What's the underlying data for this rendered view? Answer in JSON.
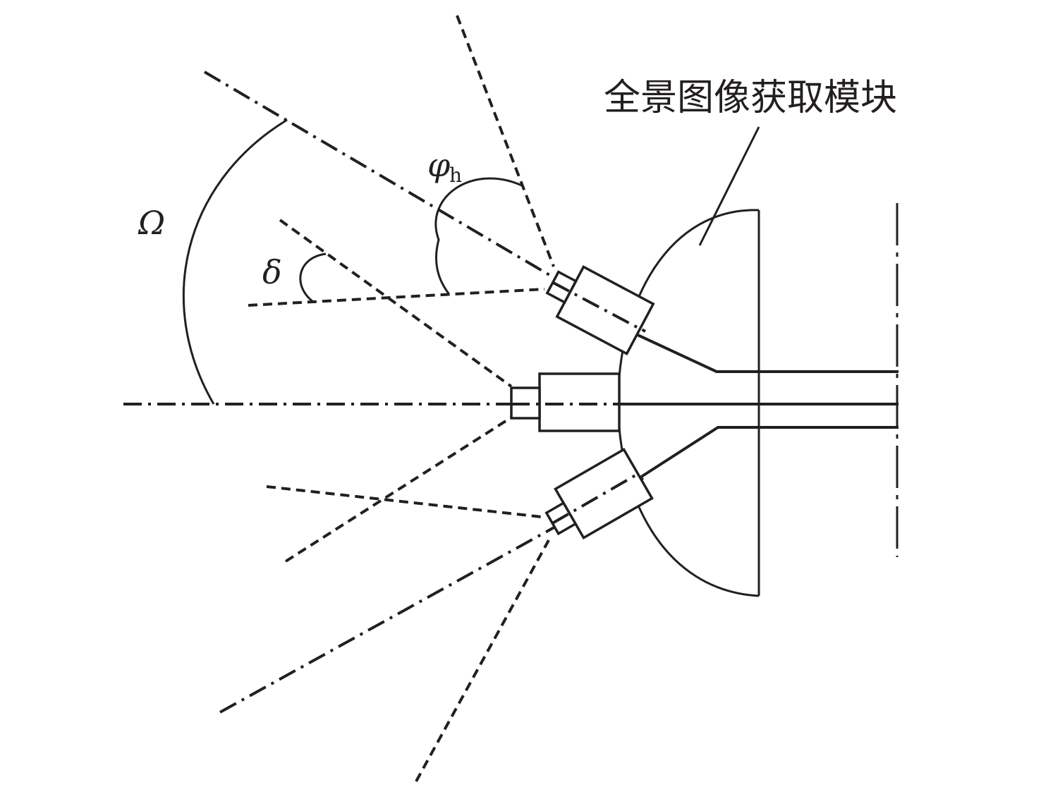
{
  "labels": {
    "module": "全景图像获取模块",
    "omega": "Ω",
    "delta": "δ",
    "phi": "φ",
    "phi_sub": "h"
  }
}
